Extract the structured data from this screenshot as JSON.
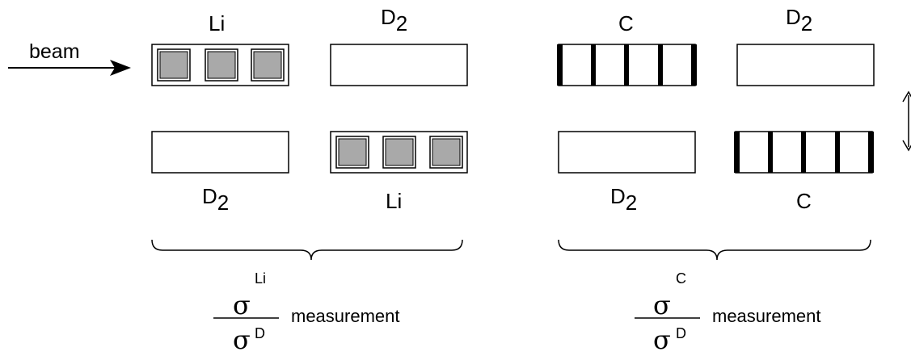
{
  "beam_label": "beam",
  "left_group": {
    "top_labels": {
      "first": "Li",
      "second_base": "D",
      "second_sub": "2"
    },
    "bottom_labels": {
      "first_base": "D",
      "first_sub": "2",
      "second": "Li"
    },
    "ratio": {
      "numerator_symbol": "σ",
      "numerator_sup": "Li",
      "denominator_symbol": "σ",
      "denominator_sup": "D"
    },
    "measurement_label": "measurement"
  },
  "right_group": {
    "top_labels": {
      "first": "C",
      "second_base": "D",
      "second_sub": "2"
    },
    "bottom_labels": {
      "first_base": "D",
      "first_sub": "2",
      "second": "C"
    },
    "ratio": {
      "numerator_symbol": "σ",
      "numerator_sup": "C",
      "denominator_symbol": "σ",
      "denominator_sup": "D"
    },
    "measurement_label": "measurement"
  },
  "colors": {
    "lithium_square_fill": "#a9a9a9",
    "stroke": "#000000",
    "background": "#ffffff"
  }
}
